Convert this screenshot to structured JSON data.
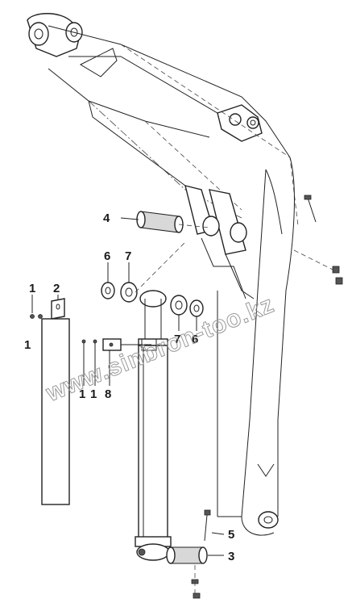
{
  "callouts": {
    "c1_top": "1",
    "c1_bottom": "1",
    "c2": "2",
    "c3": "3",
    "c4": "4",
    "c5": "5",
    "c6_left": "6",
    "c7_left": "7",
    "c7_right": "7",
    "c6_right": "6",
    "c1_mid_a": "1",
    "c1_mid_b": "1",
    "c8": "8"
  },
  "watermark": "www.sinbron-too.kz"
}
